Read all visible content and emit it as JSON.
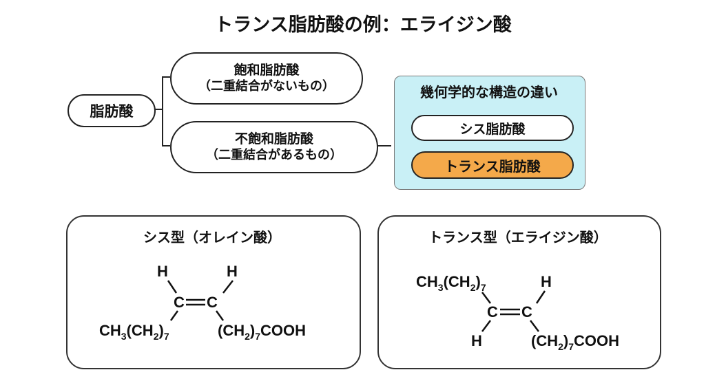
{
  "title": "トランス脂肪酸の例：エライジン酸",
  "tree": {
    "root": "脂肪酸",
    "saturated": {
      "name": "飽和脂肪酸",
      "note": "（二重結合がないもの）"
    },
    "unsaturated": {
      "name": "不飽和脂肪酸",
      "note": "（二重結合があるもの）"
    }
  },
  "geometric": {
    "title": "幾何学的な構造の違い",
    "cis": "シス脂肪酸",
    "trans": "トランス脂肪酸"
  },
  "cis_structure": {
    "title": "シス型（オレイン酸）",
    "h": "H",
    "c": "C",
    "ch3": "CH",
    "sub3": "3",
    "ch2": "(CH",
    "sub2": "2",
    "close": ")",
    "sub7": "7",
    "cooh": "COOH"
  },
  "trans_structure": {
    "title": "トランス型（エライジン酸）",
    "h": "H",
    "c": "C",
    "ch3": "CH",
    "sub3": "3",
    "ch2": "(CH",
    "sub2": "2",
    "close": ")",
    "sub7": "7",
    "cooh": "COOH"
  },
  "colors": {
    "geometric_bg": "#c9f0f6",
    "trans_highlight": "#f4a94a"
  }
}
